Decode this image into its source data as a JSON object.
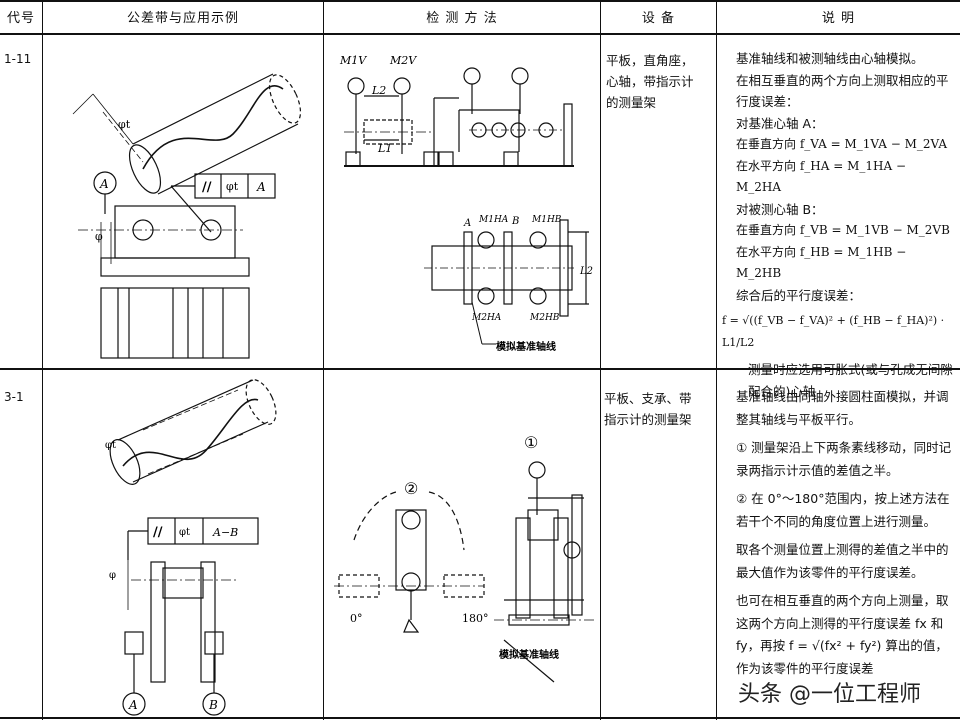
{
  "header": {
    "col_code": "代号",
    "col_example": "公差带与应用示例",
    "col_method": "检 测 方 法",
    "col_equipment": "设    备",
    "col_desc": "说        明"
  },
  "rows": [
    {
      "code": "1-11",
      "equipment": [
        "平板，直角座，",
        "心轴，带指示计",
        "的测量架"
      ],
      "desc": [
        "基准轴线和被测轴线由心轴模拟。",
        "在相互垂直的两个方向上测取相应的平行度误差：",
        "对基准心轴 A：",
        "在垂直方向 f_VA = M_1VA − M_2VA",
        "在水平方向 f_HA = M_1HA − M_2HA",
        "对被测心轴 B：",
        "在垂直方向 f_VB = M_1VB − M_2VB",
        "在水平方向 f_HB = M_1HB − M_2HB",
        "综合后的平行度误差：",
        "f = √((f_VB − f_VA)² + (f_HB − f_HA)²) · L1/L2",
        "测量时应选用可胀式(或与孔成无间隙配合的)心轴"
      ],
      "figure_labels": {
        "frame_sym": "//",
        "frame_tol": "φt",
        "frame_datum": "A",
        "datum": "A",
        "m1v": "M1V",
        "m2v": "M2V",
        "l2": "L2",
        "l1": "L1",
        "a": "A",
        "b": "B",
        "m1ha": "M1HA",
        "m1hb": "M1HB",
        "m2ha": "M2HA",
        "m2hb": "M2HB",
        "l2b": "L2",
        "datum_axis": "模拟基准轴线",
        "phi_t": "φt",
        "phi": "φ"
      }
    },
    {
      "code": "3-1",
      "equipment": [
        "平板、支承、带",
        "指示计的测量架"
      ],
      "desc": [
        "基准轴线由同轴外接圆柱面模拟，并调整其轴线与平板平行。",
        "① 测量架沿上下两条素线移动，同时记录两指示计示值的差值之半。",
        "② 在 0°～180°范围内，按上述方法在若干个不同的角度位置上进行测量。",
        "取各个测量位置上测得的差值之半中的最大值作为该零件的平行度误差。",
        "也可在相互垂直的两个方向上测量，取这两个方向上测得的平行度误差 fx 和 fy，再按 f = √(fx² + fy²) 算出的值，作为该零件的平行度误差"
      ],
      "figure_labels": {
        "frame_sym": "//",
        "frame_tol": "φt",
        "frame_datum": "A−B",
        "datum_a": "A",
        "datum_b": "B",
        "circ1": "①",
        "circ2": "②",
        "deg0": "0°",
        "deg180": "180°",
        "datum_axis": "模拟基准轴线",
        "phi_t": "φt",
        "phi": "φ"
      }
    }
  ],
  "watermark": {
    "text": "头条 @一位工程师"
  }
}
